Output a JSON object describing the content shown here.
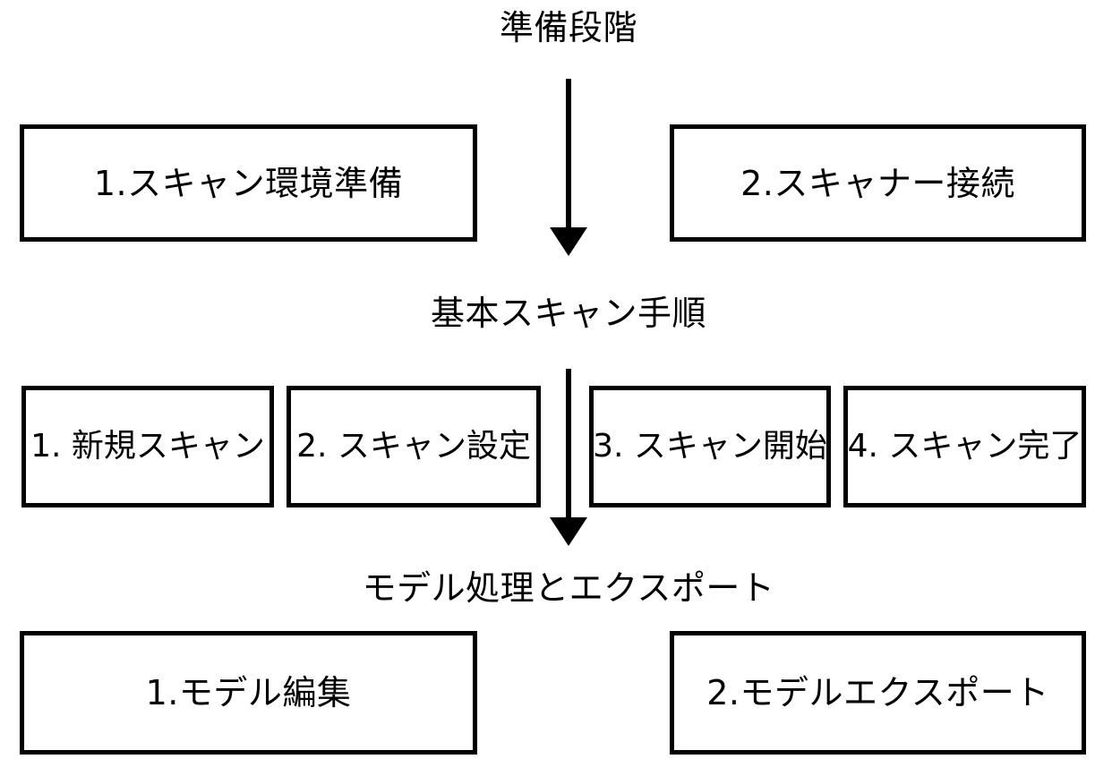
{
  "diagram": {
    "title": "準備段階",
    "background_color": "#ffffff",
    "line_color": "#000000",
    "sections": [
      {
        "header": "準備段階",
        "boxes": [
          {
            "label": "1.スキャン環境準備"
          },
          {
            "label": "2.スキャナー接続"
          }
        ]
      },
      {
        "header": "基本スキャン手順",
        "boxes": [
          {
            "label": "1. 新規スキャン"
          },
          {
            "label": "2. スキャン設定"
          },
          {
            "label": "3. スキャン開始"
          },
          {
            "label": "4. スキャン完了"
          }
        ]
      },
      {
        "header": "モデル処理とエクスポート",
        "boxes": [
          {
            "label": "1.モデル編集"
          },
          {
            "label": "2.モデルエクスポート"
          }
        ]
      }
    ],
    "connectors": [
      {
        "name": "arrow-preparation-to-basic-scan",
        "direction": "down"
      },
      {
        "name": "arrow-basic-scan-to-model-processing",
        "direction": "down"
      }
    ]
  }
}
